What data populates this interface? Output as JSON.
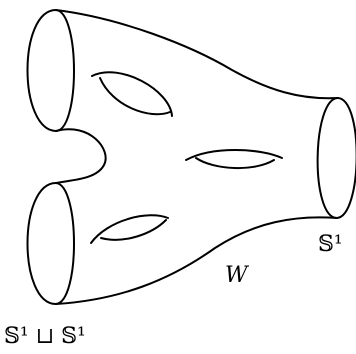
{
  "labels": {
    "input_boundary": "𝕊¹ ⊔ 𝕊¹",
    "output_boundary": "𝕊¹",
    "surface": "W"
  }
}
